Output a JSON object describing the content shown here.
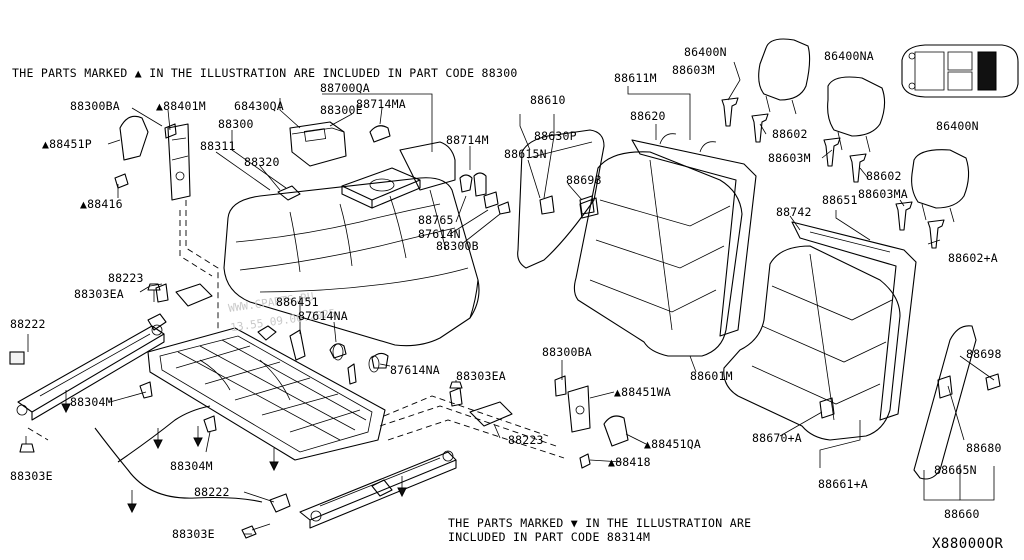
{
  "notes": {
    "top_note": "THE PARTS MARKED ▲ IN THE ILLUSTRATION ARE INCLUDED IN PART CODE 88300",
    "bottom_note_line1": "THE PARTS MARKED ▼ IN THE ILLUSTRATION ARE",
    "bottom_note_line2": "INCLUDED IN PART CODE 88314M"
  },
  "diagram_code": "X88000OR",
  "watermark": {
    "line1": "WWW.CPARTS.RU",
    "line2": "13.55 09.06.2025"
  },
  "callouts": {
    "c88300BA_top": "88300BA",
    "c88401M": "▲88401M",
    "c88451P": "▲88451P",
    "c88416": "▲88416",
    "c68430QA": "68430QA",
    "c88700QA": "88700QA",
    "c88300E": "88300E",
    "c88714MA": "88714MA",
    "c88300": "88300",
    "c88311": "88311",
    "c88320": "88320",
    "c88714M": "88714M",
    "c88765": "88765",
    "c87614N": "87614N",
    "c88300B": "88300B",
    "c88610": "88610",
    "c88630P": "88630P",
    "c88615N": "88615N",
    "c88698_left": "88698",
    "c88611M": "88611M",
    "c88620": "88620",
    "c86400N_left": "86400N",
    "c88603M_top": "88603M",
    "c86400NA": "86400NA",
    "c88602_a": "88602",
    "c88603M_mid": "88603M",
    "c88602_b": "88602",
    "c86400N_right": "86400N",
    "c88651": "88651",
    "c88603MA": "88603MA",
    "c88742": "88742",
    "c88602A": "88602+A",
    "c88223_top": "88223",
    "c88303EA_top": "88303EA",
    "c886451": "886451",
    "c87614NA_a": "87614NA",
    "c87614NA_b": "87614NA",
    "c88222_left": "88222",
    "c88304M_a": "88304M",
    "c88303E_left": "88303E",
    "c88304M_b": "88304M",
    "c88222_bottom": "88222",
    "c88303E_bottom": "88303E",
    "c88303EA_mid": "88303EA",
    "c88223_mid": "88223",
    "c88300BA_mid": "88300BA",
    "c88451WA": "▲88451WA",
    "c88451QA": "▲88451QA",
    "c88418": "▲88418",
    "c88601M": "88601M",
    "c88670A": "88670+A",
    "c88661A": "88661+A",
    "c88698_right": "88698",
    "c88680": "88680",
    "c88665N": "88665N",
    "c88660": "88660"
  }
}
